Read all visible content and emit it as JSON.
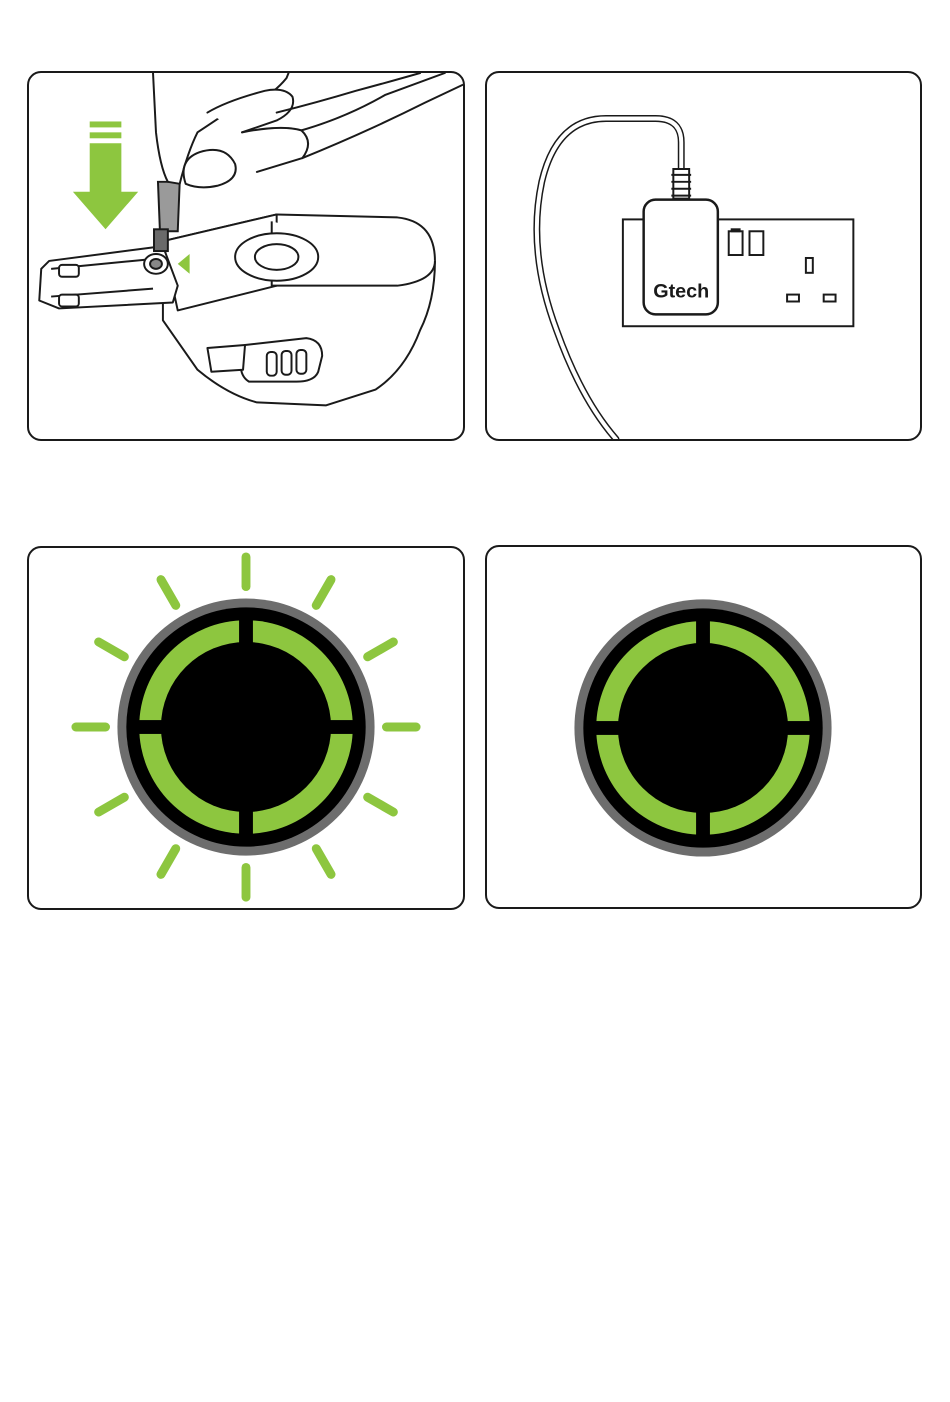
{
  "panels": {
    "insert": {
      "arrow_color": "#8dc63f"
    },
    "plug": {
      "brand": "Gtech"
    },
    "flash": {
      "state": "flashing",
      "ring_color": "#8dc63f",
      "bezel_color": "#6d6d6d",
      "ray_count": 12
    },
    "solid": {
      "state": "solid",
      "ring_color": "#8dc63f",
      "bezel_color": "#6d6d6d"
    }
  }
}
